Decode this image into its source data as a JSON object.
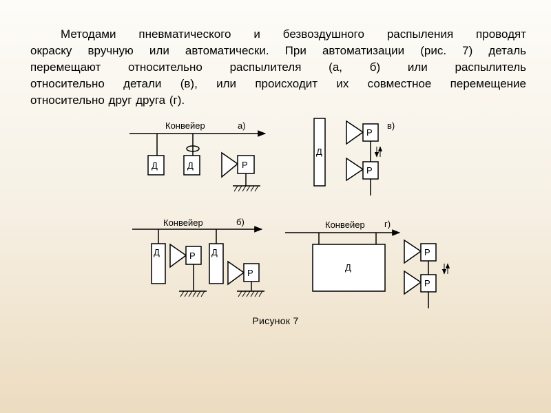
{
  "paragraph": {
    "lines": [
      "Методами пневматического и безвоздушного распыления проводят",
      "окраску вручную или автоматически. При автоматизации (рис. 7) деталь",
      "перемещают относительно распылителя (а, б) или распылитель",
      "относительно детали (в), или происходит их совместное перемещение",
      "относительно друг друга (г)."
    ]
  },
  "diagram": {
    "conveyor_label": "Конвейер",
    "part_label": "Д",
    "sprayer_label": "Р",
    "labels": {
      "a": "а)",
      "b": "б)",
      "v": "в)",
      "g": "г)"
    }
  },
  "caption": "Рисунок 7"
}
